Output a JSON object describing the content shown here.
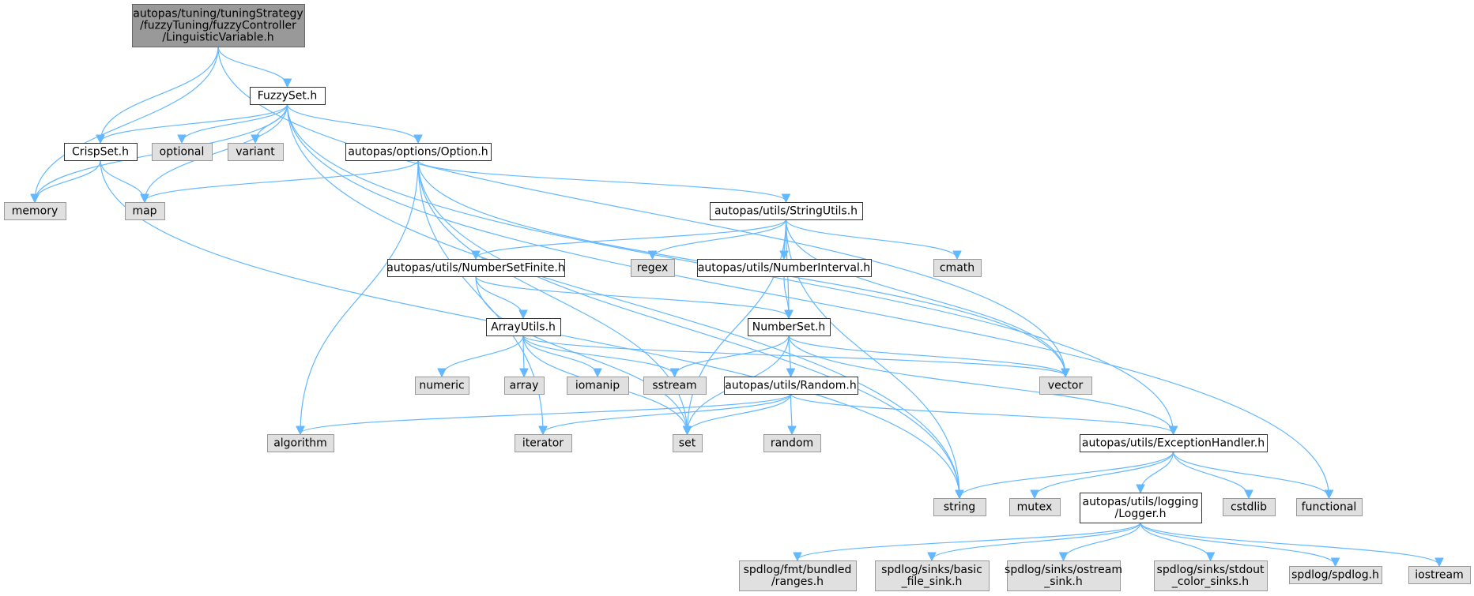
{
  "diagram": {
    "type": "include-dependency-graph",
    "colors": {
      "edge": "#63b8ff",
      "root_fill": "#999999",
      "header_fill": "#ffffff",
      "system_fill": "#e0e0e0"
    },
    "nodes": [
      {
        "id": "root",
        "kind": "root",
        "lines": [
          "autopas/tuning/tuningStrategy",
          "/fuzzyTuning/fuzzyController",
          "/LinguisticVariable.h"
        ]
      },
      {
        "id": "fuzzyset",
        "kind": "header",
        "lines": [
          "FuzzySet.h"
        ]
      },
      {
        "id": "crispset",
        "kind": "header",
        "lines": [
          "CrispSet.h"
        ]
      },
      {
        "id": "optional",
        "kind": "system",
        "lines": [
          "optional"
        ]
      },
      {
        "id": "variant",
        "kind": "system",
        "lines": [
          "variant"
        ]
      },
      {
        "id": "option",
        "kind": "header",
        "lines": [
          "autopas/options/Option.h"
        ]
      },
      {
        "id": "memory",
        "kind": "system",
        "lines": [
          "memory"
        ]
      },
      {
        "id": "map",
        "kind": "system",
        "lines": [
          "map"
        ]
      },
      {
        "id": "stringutils",
        "kind": "header",
        "lines": [
          "autopas/utils/StringUtils.h"
        ]
      },
      {
        "id": "numbersetfinite",
        "kind": "header",
        "lines": [
          "autopas/utils/NumberSetFinite.h"
        ]
      },
      {
        "id": "regex",
        "kind": "system",
        "lines": [
          "regex"
        ]
      },
      {
        "id": "numberinterval",
        "kind": "header",
        "lines": [
          "autopas/utils/NumberInterval.h"
        ]
      },
      {
        "id": "cmath",
        "kind": "system",
        "lines": [
          "cmath"
        ]
      },
      {
        "id": "arrayutils",
        "kind": "header",
        "lines": [
          "ArrayUtils.h"
        ]
      },
      {
        "id": "numberset",
        "kind": "header",
        "lines": [
          "NumberSet.h"
        ]
      },
      {
        "id": "numeric",
        "kind": "system",
        "lines": [
          "numeric"
        ]
      },
      {
        "id": "array",
        "kind": "system",
        "lines": [
          "array"
        ]
      },
      {
        "id": "iomanip",
        "kind": "system",
        "lines": [
          "iomanip"
        ]
      },
      {
        "id": "sstream",
        "kind": "system",
        "lines": [
          "sstream"
        ]
      },
      {
        "id": "random_h",
        "kind": "header",
        "lines": [
          "autopas/utils/Random.h"
        ]
      },
      {
        "id": "vector",
        "kind": "system",
        "lines": [
          "vector"
        ]
      },
      {
        "id": "algorithm",
        "kind": "system",
        "lines": [
          "algorithm"
        ]
      },
      {
        "id": "iterator",
        "kind": "system",
        "lines": [
          "iterator"
        ]
      },
      {
        "id": "set",
        "kind": "system",
        "lines": [
          "set"
        ]
      },
      {
        "id": "random",
        "kind": "system",
        "lines": [
          "random"
        ]
      },
      {
        "id": "exception",
        "kind": "header",
        "lines": [
          "autopas/utils/ExceptionHandler.h"
        ]
      },
      {
        "id": "string",
        "kind": "system",
        "lines": [
          "string"
        ]
      },
      {
        "id": "mutex",
        "kind": "system",
        "lines": [
          "mutex"
        ]
      },
      {
        "id": "logger",
        "kind": "header",
        "lines": [
          "autopas/utils/logging",
          "/Logger.h"
        ]
      },
      {
        "id": "cstdlib",
        "kind": "system",
        "lines": [
          "cstdlib"
        ]
      },
      {
        "id": "functional",
        "kind": "system",
        "lines": [
          "functional"
        ]
      },
      {
        "id": "ranges",
        "kind": "system",
        "lines": [
          "spdlog/fmt/bundled",
          "/ranges.h"
        ]
      },
      {
        "id": "basicsink",
        "kind": "system",
        "lines": [
          "spdlog/sinks/basic",
          "_file_sink.h"
        ]
      },
      {
        "id": "ostreamsink",
        "kind": "system",
        "lines": [
          "spdlog/sinks/ostream",
          "_sink.h"
        ]
      },
      {
        "id": "stdoutsink",
        "kind": "system",
        "lines": [
          "spdlog/sinks/stdout",
          "_color_sinks.h"
        ]
      },
      {
        "id": "spdlog",
        "kind": "system",
        "lines": [
          "spdlog/spdlog.h"
        ]
      },
      {
        "id": "iostream",
        "kind": "system",
        "lines": [
          "iostream"
        ]
      }
    ],
    "edges": [
      [
        "root",
        "fuzzyset"
      ],
      [
        "root",
        "crispset"
      ],
      [
        "root",
        "memory"
      ],
      [
        "root",
        "vector"
      ],
      [
        "fuzzyset",
        "crispset"
      ],
      [
        "fuzzyset",
        "optional"
      ],
      [
        "fuzzyset",
        "variant"
      ],
      [
        "fuzzyset",
        "option"
      ],
      [
        "fuzzyset",
        "memory"
      ],
      [
        "fuzzyset",
        "map"
      ],
      [
        "fuzzyset",
        "string"
      ],
      [
        "fuzzyset",
        "exception"
      ],
      [
        "fuzzyset",
        "functional"
      ],
      [
        "crispset",
        "memory"
      ],
      [
        "crispset",
        "map"
      ],
      [
        "crispset",
        "string"
      ],
      [
        "option",
        "map"
      ],
      [
        "option",
        "stringutils"
      ],
      [
        "option",
        "vector"
      ],
      [
        "option",
        "algorithm"
      ],
      [
        "option",
        "iterator"
      ],
      [
        "option",
        "set"
      ],
      [
        "option",
        "string"
      ],
      [
        "stringutils",
        "numbersetfinite"
      ],
      [
        "stringutils",
        "regex"
      ],
      [
        "stringutils",
        "numberinterval"
      ],
      [
        "stringutils",
        "cmath"
      ],
      [
        "stringutils",
        "numberset"
      ],
      [
        "stringutils",
        "vector"
      ],
      [
        "stringutils",
        "set"
      ],
      [
        "stringutils",
        "string"
      ],
      [
        "numbersetfinite",
        "arrayutils"
      ],
      [
        "numbersetfinite",
        "numberset"
      ],
      [
        "numbersetfinite",
        "set"
      ],
      [
        "numberinterval",
        "numberset"
      ],
      [
        "arrayutils",
        "numeric"
      ],
      [
        "arrayutils",
        "array"
      ],
      [
        "arrayutils",
        "iomanip"
      ],
      [
        "arrayutils",
        "sstream"
      ],
      [
        "arrayutils",
        "set"
      ],
      [
        "arrayutils",
        "vector"
      ],
      [
        "numberset",
        "sstream"
      ],
      [
        "numberset",
        "random_h"
      ],
      [
        "numberset",
        "vector"
      ],
      [
        "numberset",
        "set"
      ],
      [
        "numberset",
        "exception"
      ],
      [
        "random_h",
        "algorithm"
      ],
      [
        "random_h",
        "iterator"
      ],
      [
        "random_h",
        "set"
      ],
      [
        "random_h",
        "random"
      ],
      [
        "random_h",
        "exception"
      ],
      [
        "exception",
        "string"
      ],
      [
        "exception",
        "mutex"
      ],
      [
        "exception",
        "logger"
      ],
      [
        "exception",
        "cstdlib"
      ],
      [
        "exception",
        "functional"
      ],
      [
        "logger",
        "ranges"
      ],
      [
        "logger",
        "basicsink"
      ],
      [
        "logger",
        "ostreamsink"
      ],
      [
        "logger",
        "stdoutsink"
      ],
      [
        "logger",
        "spdlog"
      ],
      [
        "logger",
        "iostream"
      ]
    ]
  }
}
